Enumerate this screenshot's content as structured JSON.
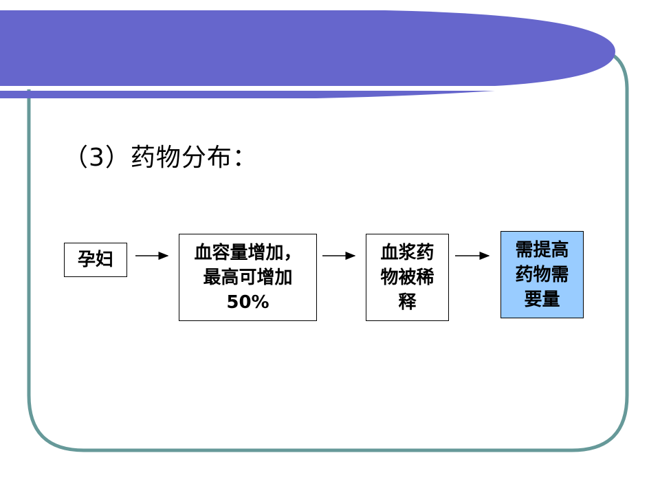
{
  "slide": {
    "title": "（3）药物分布："
  },
  "diagram": {
    "nodes": [
      {
        "id": "pregnant",
        "lines": [
          "孕妇"
        ],
        "highlight": false
      },
      {
        "id": "blood-volume",
        "lines": [
          "血容量增加，",
          "最高可增加",
          "50%"
        ],
        "highlight": false
      },
      {
        "id": "plasma-dilution",
        "lines": [
          "血浆药",
          "物被稀",
          "释"
        ],
        "highlight": false
      },
      {
        "id": "increase-dose",
        "lines": [
          "需提高",
          "药物需",
          "要量"
        ],
        "highlight": true
      }
    ],
    "edges": [
      {
        "from": "pregnant",
        "to": "blood-volume"
      },
      {
        "from": "blood-volume",
        "to": "plasma-dilution"
      },
      {
        "from": "plasma-dilution",
        "to": "increase-dose"
      }
    ]
  },
  "theme": {
    "banner_color": "#6666cc",
    "frame_color": "#669999",
    "highlight_fill": "#99ccff"
  }
}
